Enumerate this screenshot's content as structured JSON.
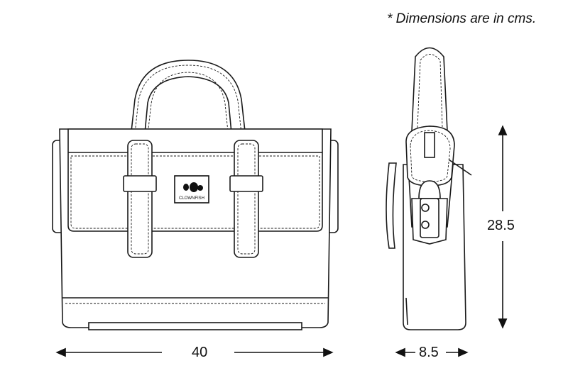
{
  "note": "* Dimensions are in cms.",
  "dimensions": {
    "width": "40",
    "depth": "8.5",
    "height": "28.5"
  },
  "logo": {
    "brand": "CLOWNFISH"
  }
}
